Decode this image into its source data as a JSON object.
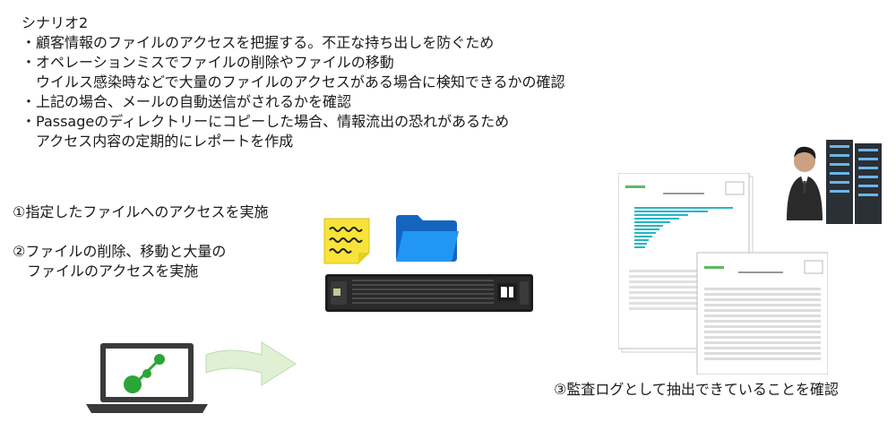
{
  "title": "シナリオ2",
  "scenario": {
    "lines": [
      "顧客情報のファイルのアクセスを把握する。不正な持ち出しを防ぐため",
      "オペレーションミスでファイルの削除やファイルの移動",
      "ウイルス感染時などで大量のファイルのアクセスがある場合に検知できるかの確認",
      "上記の場合、メールの自動送信がされるかを確認",
      "Passageのディレクトリーにコピーした場合、情報流出の恐れがあるため",
      "アクセス内容の定期的にレポートを作成"
    ]
  },
  "steps": {
    "step1": "①指定したファイルへのアクセスを実施",
    "step2a": "②ファイルの削除、移動と大量の",
    "step2b": "ファイルのアクセスを実施",
    "step3": "③監査ログとして抽出できていることを確認"
  },
  "colors": {
    "note_yellow": "#f7e33a",
    "folder_blue": "#1e88e5",
    "arrow_green": "#dff1d2",
    "client_green": "#2aa637",
    "storage_dark": "#1c1c1c"
  },
  "icons": [
    "sticky-note-icon",
    "folder-icon",
    "storage-appliance-icon",
    "laptop-icon",
    "arrow-right-icon",
    "report-document-icon",
    "admin-server-icon"
  ]
}
